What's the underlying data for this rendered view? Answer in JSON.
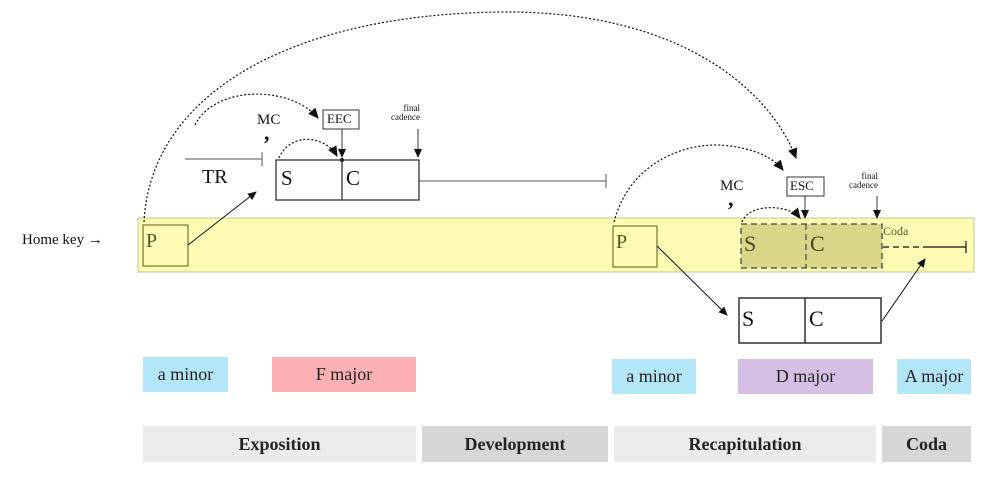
{
  "home_key_label": "Home key →",
  "exposition_block": {
    "tr_label": "TR",
    "mc_label": "MC",
    "mc_mark": ",",
    "s_label": "S",
    "c_label": "C",
    "eec_label": "EEC",
    "final_cadence_line1": "final",
    "final_cadence_line2": "cadence"
  },
  "recap_block": {
    "p_label": "P",
    "mc_label": "MC",
    "mc_mark": ",",
    "s_label": "S",
    "c_label": "C",
    "esc_label": "ESC",
    "final_cadence_line1": "final",
    "final_cadence_line2": "cadence",
    "coda_label": "Coda",
    "lower_s_label": "S",
    "lower_c_label": "C"
  },
  "expo_p_label": "P",
  "keys": [
    {
      "label": "a minor",
      "color": "#b3e6f7"
    },
    {
      "label": "F major",
      "color": "#fbb1b3"
    },
    {
      "label": "a minor",
      "color": "#b3e6f7"
    },
    {
      "label": "D major",
      "color": "#d5bfe3"
    },
    {
      "label": "A major",
      "color": "#b3e6f7"
    }
  ],
  "sections": [
    {
      "label": "Exposition",
      "color": "#ebebeb"
    },
    {
      "label": "Development",
      "color": "#d6d6d6"
    },
    {
      "label": "Recapitulation",
      "color": "#ebebeb"
    },
    {
      "label": "Coda",
      "color": "#d6d6d6"
    }
  ],
  "colors": {
    "home_band": "#fdfbb4",
    "home_band_border": "#c8c68a",
    "home_box_border": "#7a7530",
    "home_text": "#5a5520",
    "shaded_sc": "#d9d68a"
  }
}
